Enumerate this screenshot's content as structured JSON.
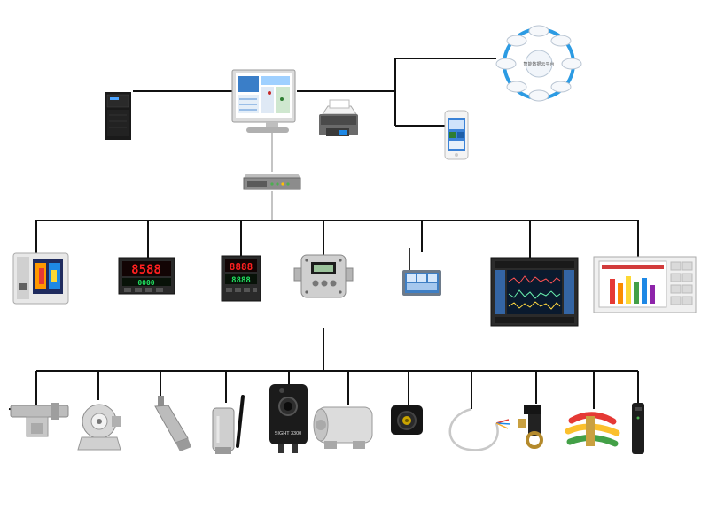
{
  "cloud": {
    "center_label": "智能数据云平台"
  },
  "controller_a": {
    "pv": "8588",
    "sv": "0000"
  },
  "controller_b": {
    "pv": "8888",
    "sv": "8888"
  },
  "infrared_camera": {
    "label": "SIGHT 3300"
  },
  "colors": {
    "line": "#111111",
    "screen_blue": "#2b6cb0",
    "led_red": "#ff2020",
    "led_green": "#20e060",
    "cloud_ring": "#2c9be3"
  }
}
